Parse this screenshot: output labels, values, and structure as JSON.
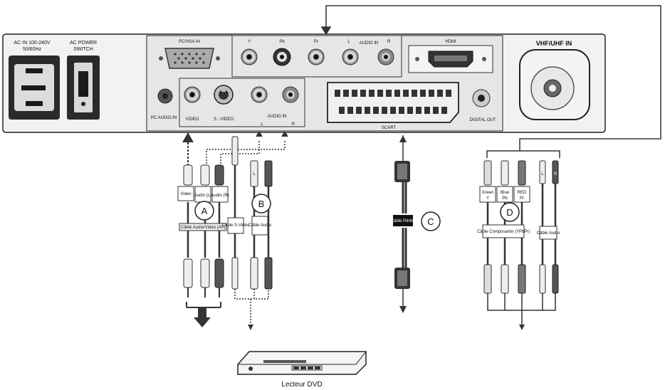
{
  "panel": {
    "ac_in": "AC IN 100-240V",
    "ac_freq": "50/60Hz",
    "ac_power": "AC POWER",
    "switch": "SWITCH",
    "pc_vga_in": "PC/VGA IN",
    "pc_audio_in": "PC AUDIO IN",
    "video": "VIDEO",
    "s_video": "S - VIDEO",
    "audio_in_bottom": "AUDIO IN",
    "l_bottom": "L",
    "r_bottom": "R",
    "y": "Y",
    "pb": "Pb",
    "pr": "Pr",
    "audio_in_top": "AUDIO IN",
    "l_top": "L",
    "r_top": "R",
    "hdmi": "HDMI",
    "scart": "SCART",
    "digital_out": "DIGITAL OUT",
    "vhf_uhf_in": "VHF/UHF IN"
  },
  "cables": {
    "a_plug_video": "Video",
    "a_plug_audio_l": "Audio (L)",
    "a_plug_audio_r": "Audio (R)",
    "a_cable_name": "Câble Audio/Vidéo (AV)",
    "b_cable_svideo": "Câble S-Vidéo",
    "b_cable_audio": "Câble Audio",
    "c_cable_name": "Câble Péritel",
    "d_plug_green": "Green",
    "d_plug_green_sub": "Y",
    "d_plug_blue": "Blue",
    "d_plug_blue_sub": "Pb",
    "d_plug_red": "RED",
    "d_plug_red_sub": "Pr",
    "d_plug_l": "L",
    "d_plug_r": "R",
    "d_cable_component": "Câble Composante (YPbPr)",
    "d_cable_audio": "Câble Audio"
  },
  "markers": {
    "a": "A",
    "b": "B",
    "c": "C",
    "d": "D"
  },
  "device": {
    "label": "Lecteur DVD"
  }
}
